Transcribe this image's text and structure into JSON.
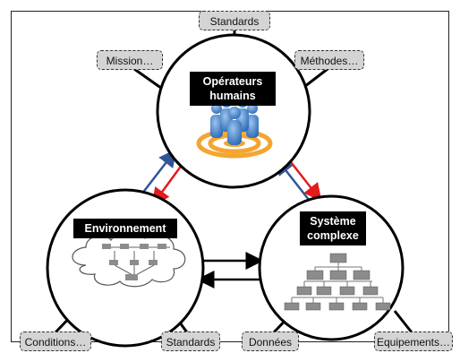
{
  "nodes": {
    "operateurs": "Opérateurs humains",
    "environnement": "Environnement",
    "systeme": "Système complexe"
  },
  "tags": {
    "standards_top": "Standards",
    "mission": "Mission…",
    "methodes": "Méthodes…",
    "conditions": "Conditions…",
    "standards_bottom": "Standards",
    "donnees": "Données",
    "equipements": "Equipements…"
  },
  "icons": [
    "people-target-icon",
    "cloud-hierarchy-icon",
    "org-chart-icon"
  ],
  "colors": {
    "red_arrow": "#e41a1c",
    "blue_arrow": "#2f5597",
    "tag_fill": "#d4d4d4"
  }
}
